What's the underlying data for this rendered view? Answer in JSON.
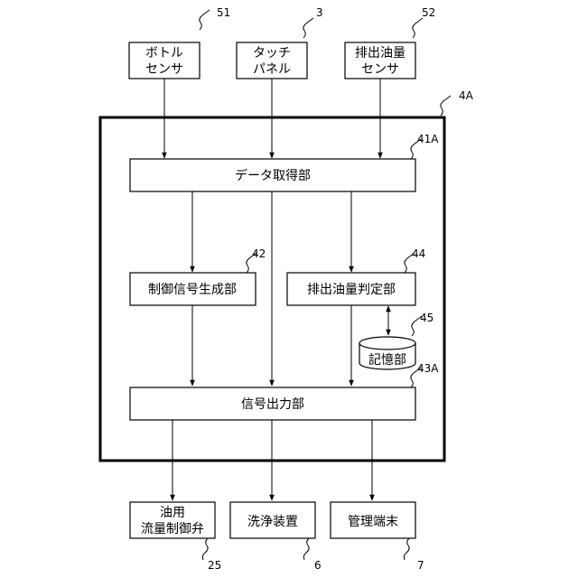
{
  "inputs": {
    "bottle_sensor": {
      "line1": "ボトル",
      "line2": "センサ",
      "ref": "51"
    },
    "touch_panel": {
      "line1": "タッチ",
      "line2": "パネル",
      "ref": "3"
    },
    "discharge_sensor": {
      "line1": "排出油量",
      "line2": "センサ",
      "ref": "52"
    }
  },
  "controller": {
    "ref": "4A",
    "data_acquisition": {
      "label": "データ取得部",
      "ref": "41A"
    },
    "control_signal_gen": {
      "label": "制御信号生成部",
      "ref": "42"
    },
    "discharge_judge": {
      "label": "排出油量判定部",
      "ref": "44"
    },
    "storage": {
      "label": "記憶部",
      "ref": "45"
    },
    "signal_output": {
      "label": "信号出力部",
      "ref": "43A"
    }
  },
  "outputs": {
    "oil_flow_valve": {
      "line1": "油用",
      "line2": "流量制御弁",
      "ref": "25"
    },
    "washer": {
      "label": "洗浄装置",
      "ref": "6"
    },
    "mgmt_terminal": {
      "label": "管理端末",
      "ref": "7"
    }
  }
}
